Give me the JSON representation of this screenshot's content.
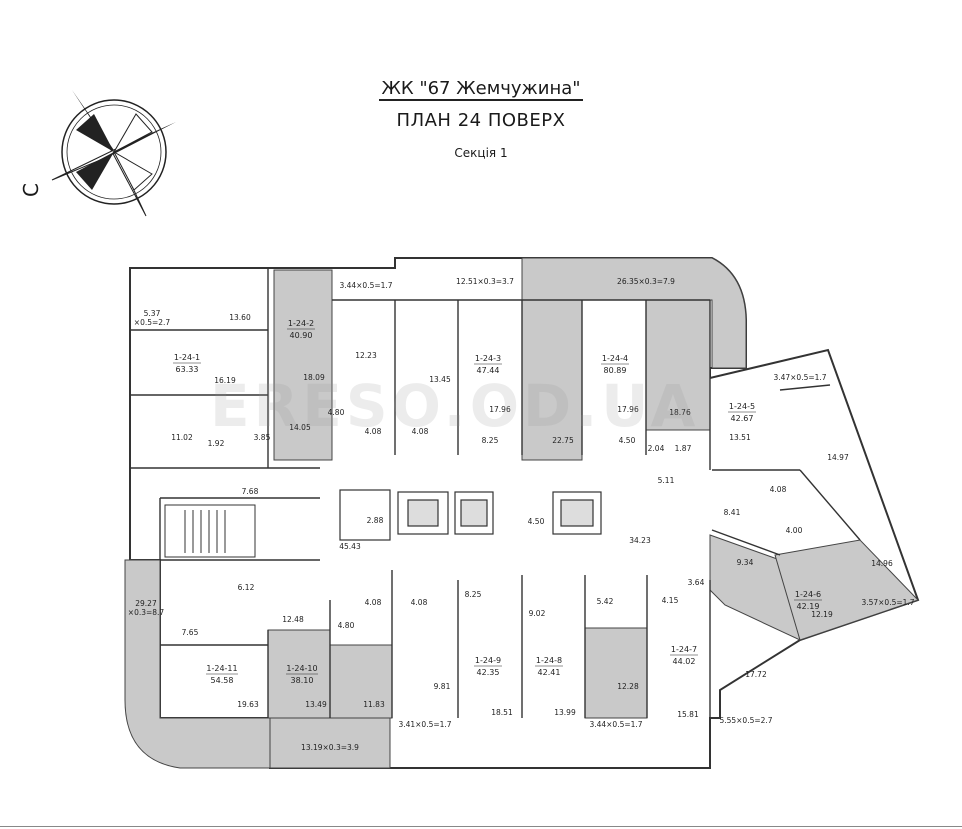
{
  "header": {
    "complex": "ЖК \"67 Жемчужина\"",
    "plan": "ПЛАН 24 ПОВЕРХ",
    "section": "Секція 1"
  },
  "compass": {
    "north_letter": "С"
  },
  "watermark": "ERESO.OD.UA",
  "units": [
    {
      "id": "1-24-1",
      "area": "63.33"
    },
    {
      "id": "1-24-2",
      "area": "40.90"
    },
    {
      "id": "1-24-3",
      "area": "47.44"
    },
    {
      "id": "1-24-4",
      "area": "80.89"
    },
    {
      "id": "1-24-5",
      "area": "42.67"
    },
    {
      "id": "1-24-6",
      "area": "42.19"
    },
    {
      "id": "1-24-7",
      "area": "44.02"
    },
    {
      "id": "1-24-8",
      "area": "42.41"
    },
    {
      "id": "1-24-9",
      "area": "42.35"
    },
    {
      "id": "1-24-10",
      "area": "38.10"
    },
    {
      "id": "1-24-11",
      "area": "54.58"
    }
  ],
  "balconies": [
    "3.44×0.5=1.7",
    "12.51×0.3=3.7",
    "26.35×0.3=7.9",
    "3.47×0.5=1.7",
    "3.57×0.5=1.7",
    "5.55×0.5=2.7",
    "3.44×0.5=1.7",
    "3.41×0.5=1.7",
    "13.19×0.3=3.9",
    "29.27\n×0.3=8.7",
    "5.37\n×0.5=2.7"
  ],
  "rooms": [
    "13.60",
    "16.19",
    "11.02",
    "1.92",
    "3.85",
    "18.09",
    "14.05",
    "4.80",
    "12.23",
    "4.08",
    "4.08",
    "13.45",
    "17.96",
    "8.25",
    "22.75",
    "17.96",
    "4.50",
    "18.76",
    "2.04",
    "1.87",
    "5.11",
    "13.51",
    "14.97",
    "4.08",
    "4.00",
    "8.41",
    "9.34",
    "14.96",
    "12.19",
    "7.68",
    "2.88",
    "45.43",
    "4.50",
    "34.23",
    "6.12",
    "12.48",
    "7.65",
    "4.80",
    "4.08",
    "4.08",
    "8.25",
    "9.02",
    "5.42",
    "4.15",
    "3.64",
    "19.63",
    "13.49",
    "11.83",
    "9.81",
    "18.51",
    "13.99",
    "12.28",
    "15.81",
    "17.72"
  ]
}
